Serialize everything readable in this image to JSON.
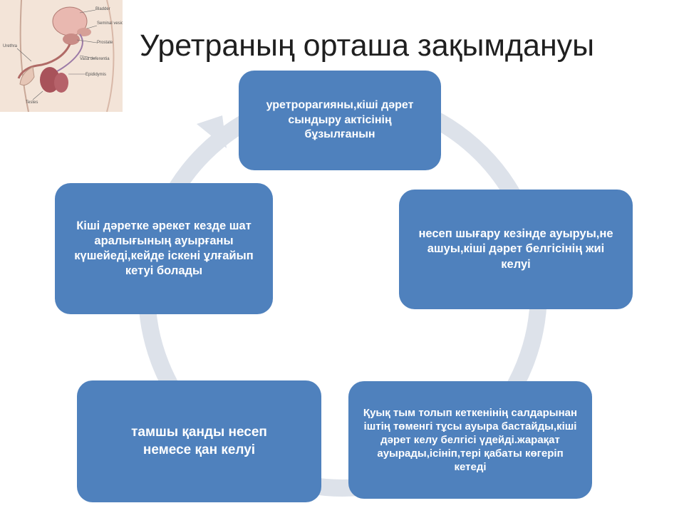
{
  "slide": {
    "title": "Уретраның орташа зақымдануы"
  },
  "anatomy_figure": {
    "labels": [
      "Bladder",
      "Seminal vesicle",
      "Prostate",
      "Vasa deferentia",
      "Epididymis",
      "Urethra",
      "Testes"
    ]
  },
  "cycle": {
    "nodes": [
      "уретрорагияны,кіші дәрет сындыру актісінің бұзылғанын",
      "несеп шығару кезінде ауыруы,не ашуы,кіші дәрет белгісінің жиі келуі",
      "Қуық тым толып кеткенінің салдарынан іштің төменгі тұсы ауыра бастайды,кіші дәрет келу белгісі үдейді.жарақат ауырады,ісініп,тері қабаты көгеріп кетеді",
      "тамшы қанды несеп немесе қан келуі",
      "Кіші дәретке әрекет кезде шат аралығының ауырғаны күшейеді,кейде іскені ұлғайып кетуі болады"
    ]
  },
  "colors": {
    "node_fill": "#4f81bd",
    "node_text": "#ffffff",
    "ring": "#dde2ea",
    "title_text": "#1f1f1f"
  }
}
